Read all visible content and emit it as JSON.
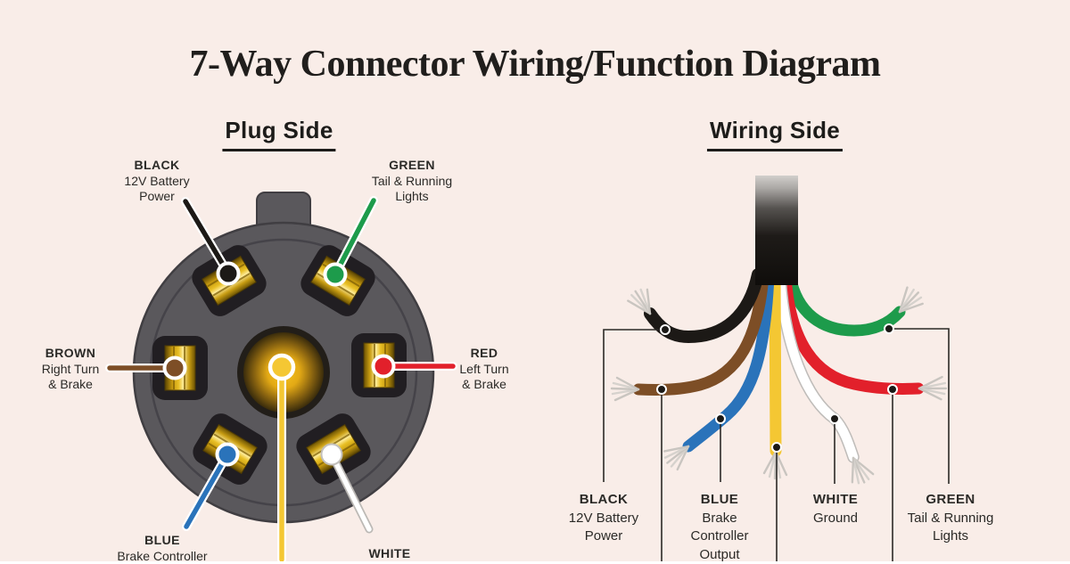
{
  "title": "7-Way Connector Wiring/Function Diagram",
  "plug_side": {
    "heading": "Plug Side",
    "labels": {
      "black": {
        "name": "BLACK",
        "lines": [
          "12V Battery",
          "Power"
        ]
      },
      "green": {
        "name": "GREEN",
        "lines": [
          "Tail & Running",
          "Lights"
        ]
      },
      "brown": {
        "name": "BROWN",
        "lines": [
          "Right Turn",
          "& Brake"
        ]
      },
      "red": {
        "name": "RED",
        "lines": [
          "Left Turn",
          "& Brake"
        ]
      },
      "blue": {
        "name": "BLUE",
        "lines": [
          "Brake Controller"
        ]
      },
      "white": {
        "name": "WHITE",
        "lines": []
      }
    }
  },
  "wiring_side": {
    "heading": "Wiring Side",
    "labels": {
      "black": {
        "name": "BLACK",
        "lines": [
          "12V Battery",
          "Power"
        ]
      },
      "blue": {
        "name": "BLUE",
        "lines": [
          "Brake",
          "Controller",
          "Output"
        ]
      },
      "white": {
        "name": "WHITE",
        "lines": [
          "Ground"
        ]
      },
      "green": {
        "name": "GREEN",
        "lines": [
          "Tail & Running",
          "Lights"
        ]
      }
    }
  },
  "colors": {
    "background": "#f9ede8",
    "text": "#2b2a27",
    "wire_black": "#1c1916",
    "wire_brown": "#7d4e26",
    "wire_blue": "#2a73ba",
    "wire_yellow": "#f4c733",
    "wire_white": "#ffffff",
    "wire_red": "#e2202b",
    "wire_green": "#1d9b4b",
    "plug_body": "#5a585c",
    "pin_socket": "#211e22",
    "pin_contact_gold": "#e8bf25",
    "cable_black": "#141210"
  }
}
